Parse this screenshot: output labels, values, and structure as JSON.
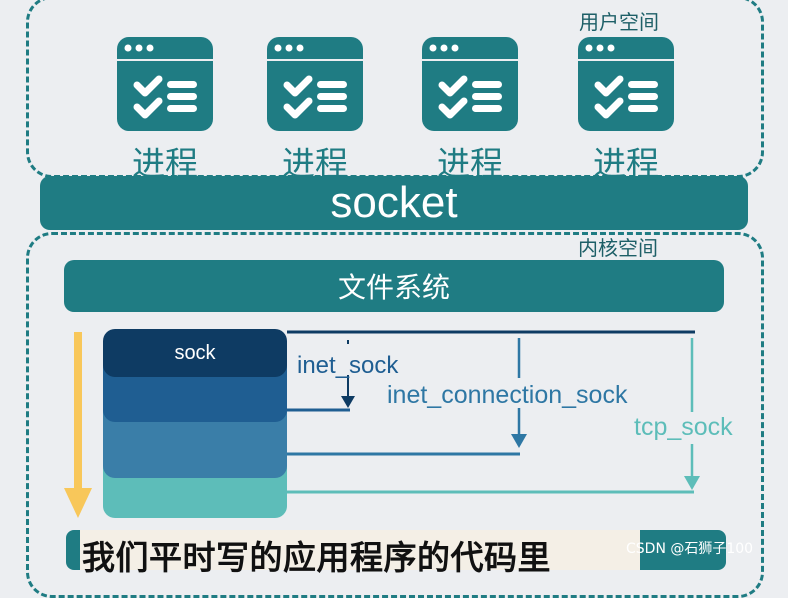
{
  "user_space": {
    "label": "用户空间"
  },
  "processes": [
    {
      "label": "进程"
    },
    {
      "label": "进程"
    },
    {
      "label": "进程"
    },
    {
      "label": "进程"
    }
  ],
  "socket_bar": {
    "label": "socket"
  },
  "kernel_space": {
    "label": "内核空间"
  },
  "filesystem_bar": {
    "label": "文件系统"
  },
  "stack": {
    "layers": [
      {
        "label": "sock",
        "color": "#0e3b63"
      },
      {
        "label": "",
        "color": "#1f5e92"
      },
      {
        "label": "",
        "color": "#3a7ea8"
      },
      {
        "label": "",
        "color": "#5dbdb9"
      }
    ],
    "tags": [
      {
        "label": "inet_sock",
        "color": "#1f5e92"
      },
      {
        "label": "inet_connection_sock",
        "color": "#2e77a4"
      },
      {
        "label": "tcp_sock",
        "color": "#5dbdb9"
      }
    ]
  },
  "caption": {
    "text": "我们平时写的应用程序的代码里"
  },
  "watermark": {
    "text": "CSDN @石狮子100"
  },
  "colors": {
    "teal": "#1f7c83",
    "arrow": "#f8c75a"
  }
}
